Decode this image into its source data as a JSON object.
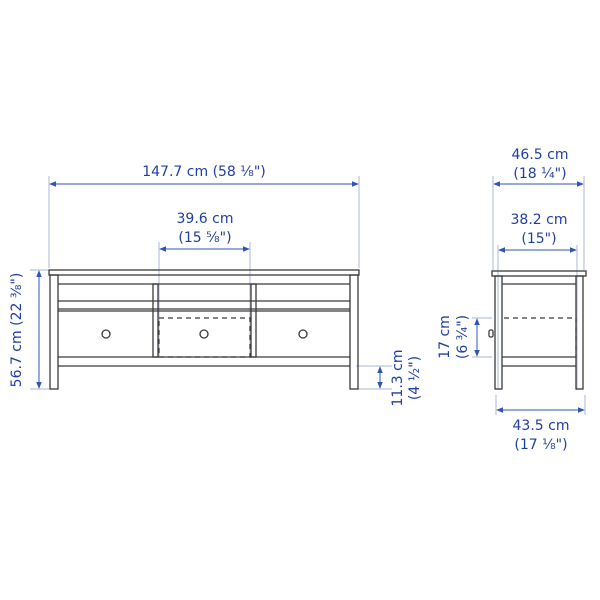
{
  "colors": {
    "dimension": "#2f55b8",
    "label": "#1f3fa0",
    "furniture_line": "#3a3a3a",
    "extension_line": "#b9c3de",
    "background": "#ffffff"
  },
  "front_view": {
    "overall_width": {
      "metric": "147.7 cm",
      "imperial": "(58 ⅛\")"
    },
    "drawer_width": {
      "metric": "39.6 cm",
      "imperial": "(15 ⅝\")"
    },
    "overall_height": {
      "metric": "56.7 cm",
      "imperial": "(22 ⅜\")"
    },
    "leg_clearance": {
      "metric": "11.3 cm",
      "imperial": "(4 ½\")"
    },
    "drawer_count": 3
  },
  "side_view": {
    "overall_depth": {
      "metric": "46.5 cm",
      "imperial": "(18 ¼\")"
    },
    "inner_depth": {
      "metric": "38.2 cm",
      "imperial": "(15\")"
    },
    "base_depth": {
      "metric": "43.5 cm",
      "imperial": "(17 ⅛\")"
    },
    "drawer_height": {
      "metric": "17 cm",
      "imperial": "(6 ¾\")"
    }
  }
}
